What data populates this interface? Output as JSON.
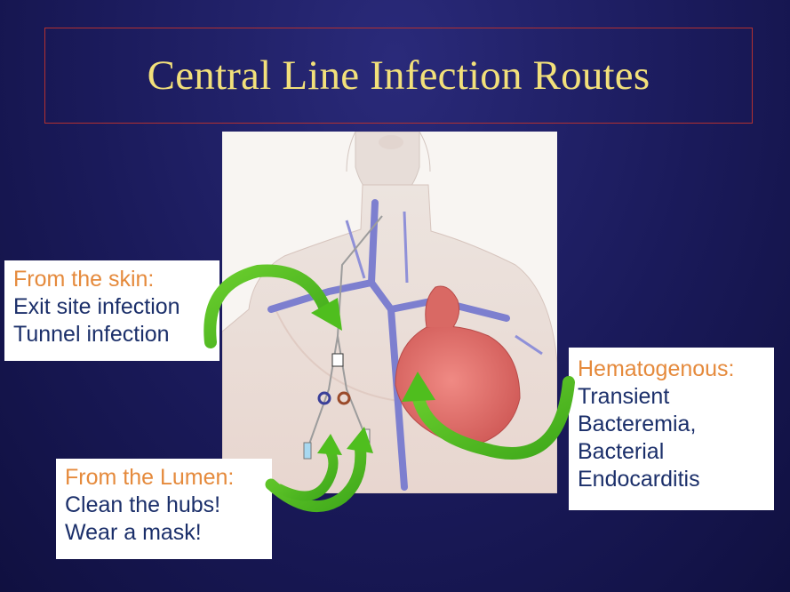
{
  "slide": {
    "title": "Central Line Infection Routes"
  },
  "callouts": {
    "skin": {
      "heading": "From the skin:",
      "lines": [
        "Exit site infection",
        "Tunnel infection"
      ]
    },
    "lumen": {
      "heading": "From the Lumen:",
      "lines": [
        "Clean the hubs!",
        "Wear a mask!"
      ]
    },
    "hematogenous": {
      "heading": "Hematogenous:",
      "lines": [
        "Transient",
        "Bacteremia,",
        "Bacterial",
        "Endocarditis"
      ]
    }
  },
  "colors": {
    "heading": "#e58a3c",
    "body_text": "#1b2f6a",
    "title": "#f2e07a",
    "arrow": "#4fbe1e",
    "title_border": "#b33030"
  },
  "icons": [
    "curved-arrow-icon"
  ]
}
